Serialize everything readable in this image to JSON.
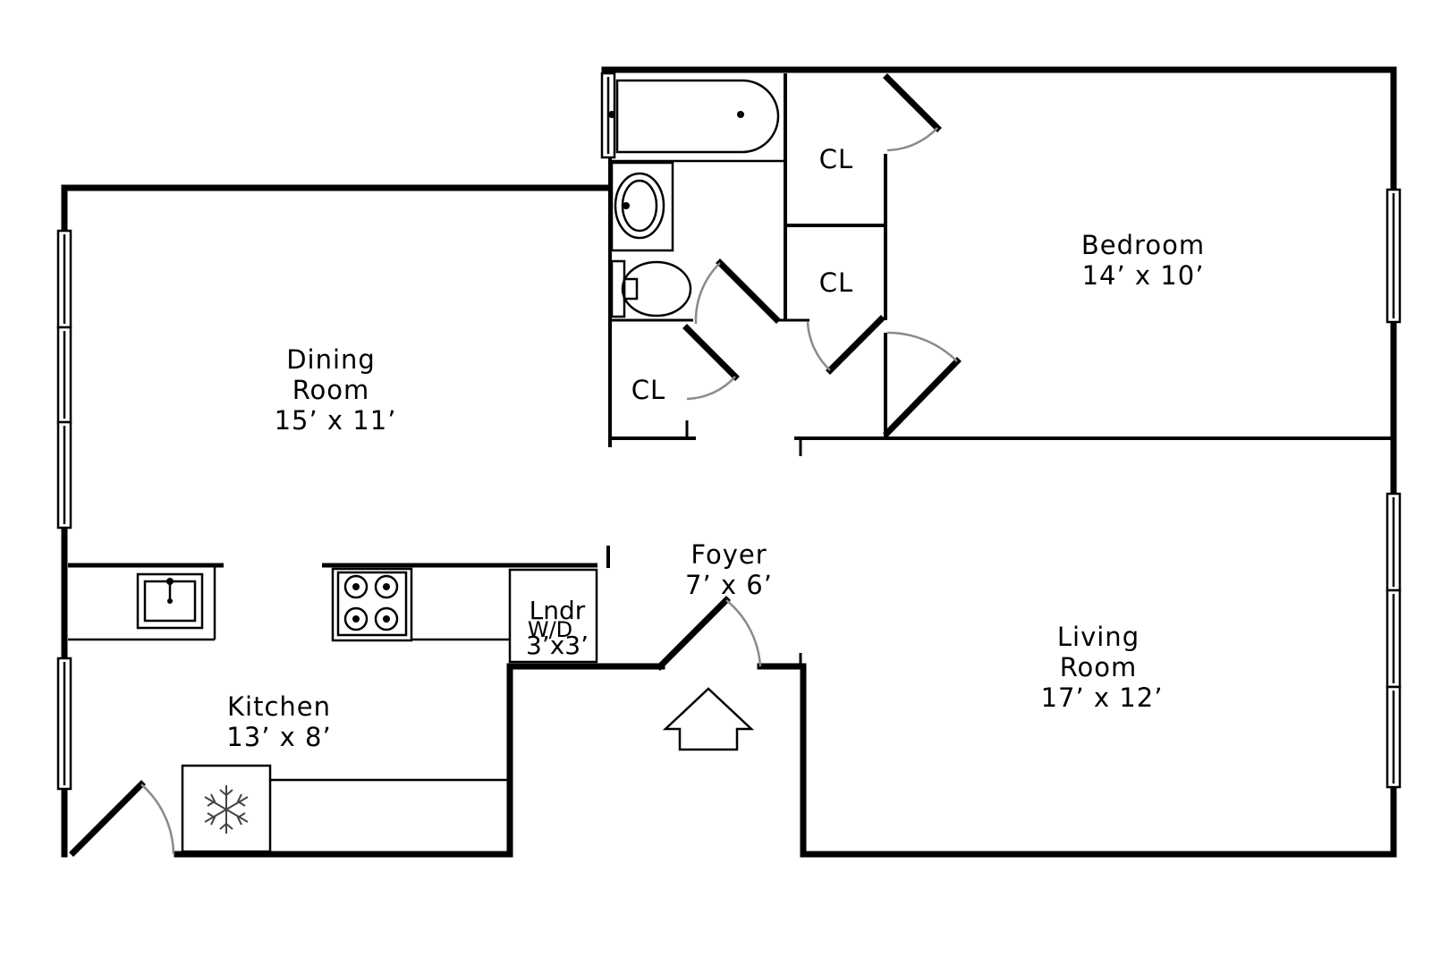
{
  "rooms": {
    "dining": {
      "name1": "Dining",
      "name2": "Room",
      "size": "15’ x 11’"
    },
    "bedroom": {
      "name": "Bedroom",
      "size": "14’ x 10’"
    },
    "living": {
      "name1": "Living",
      "name2": "Room",
      "size": "17’ x 12’"
    },
    "kitchen": {
      "name": "Kitchen",
      "size": "13’ x 8’"
    },
    "foyer": {
      "name": "Foyer",
      "size": "7’ x 6’"
    },
    "laundry": {
      "name": "Lndr",
      "wd": "W/D",
      "size": "3’x3’"
    }
  },
  "closets": [
    "CL",
    "CL",
    "CL"
  ],
  "icons": {
    "entry": "entry-arrow-icon",
    "fridge": "snowflake-icon",
    "stove": "stove-burners-icon",
    "sink": "sink-icon",
    "bathtub": "bathtub-icon",
    "toilet": "toilet-icon"
  }
}
